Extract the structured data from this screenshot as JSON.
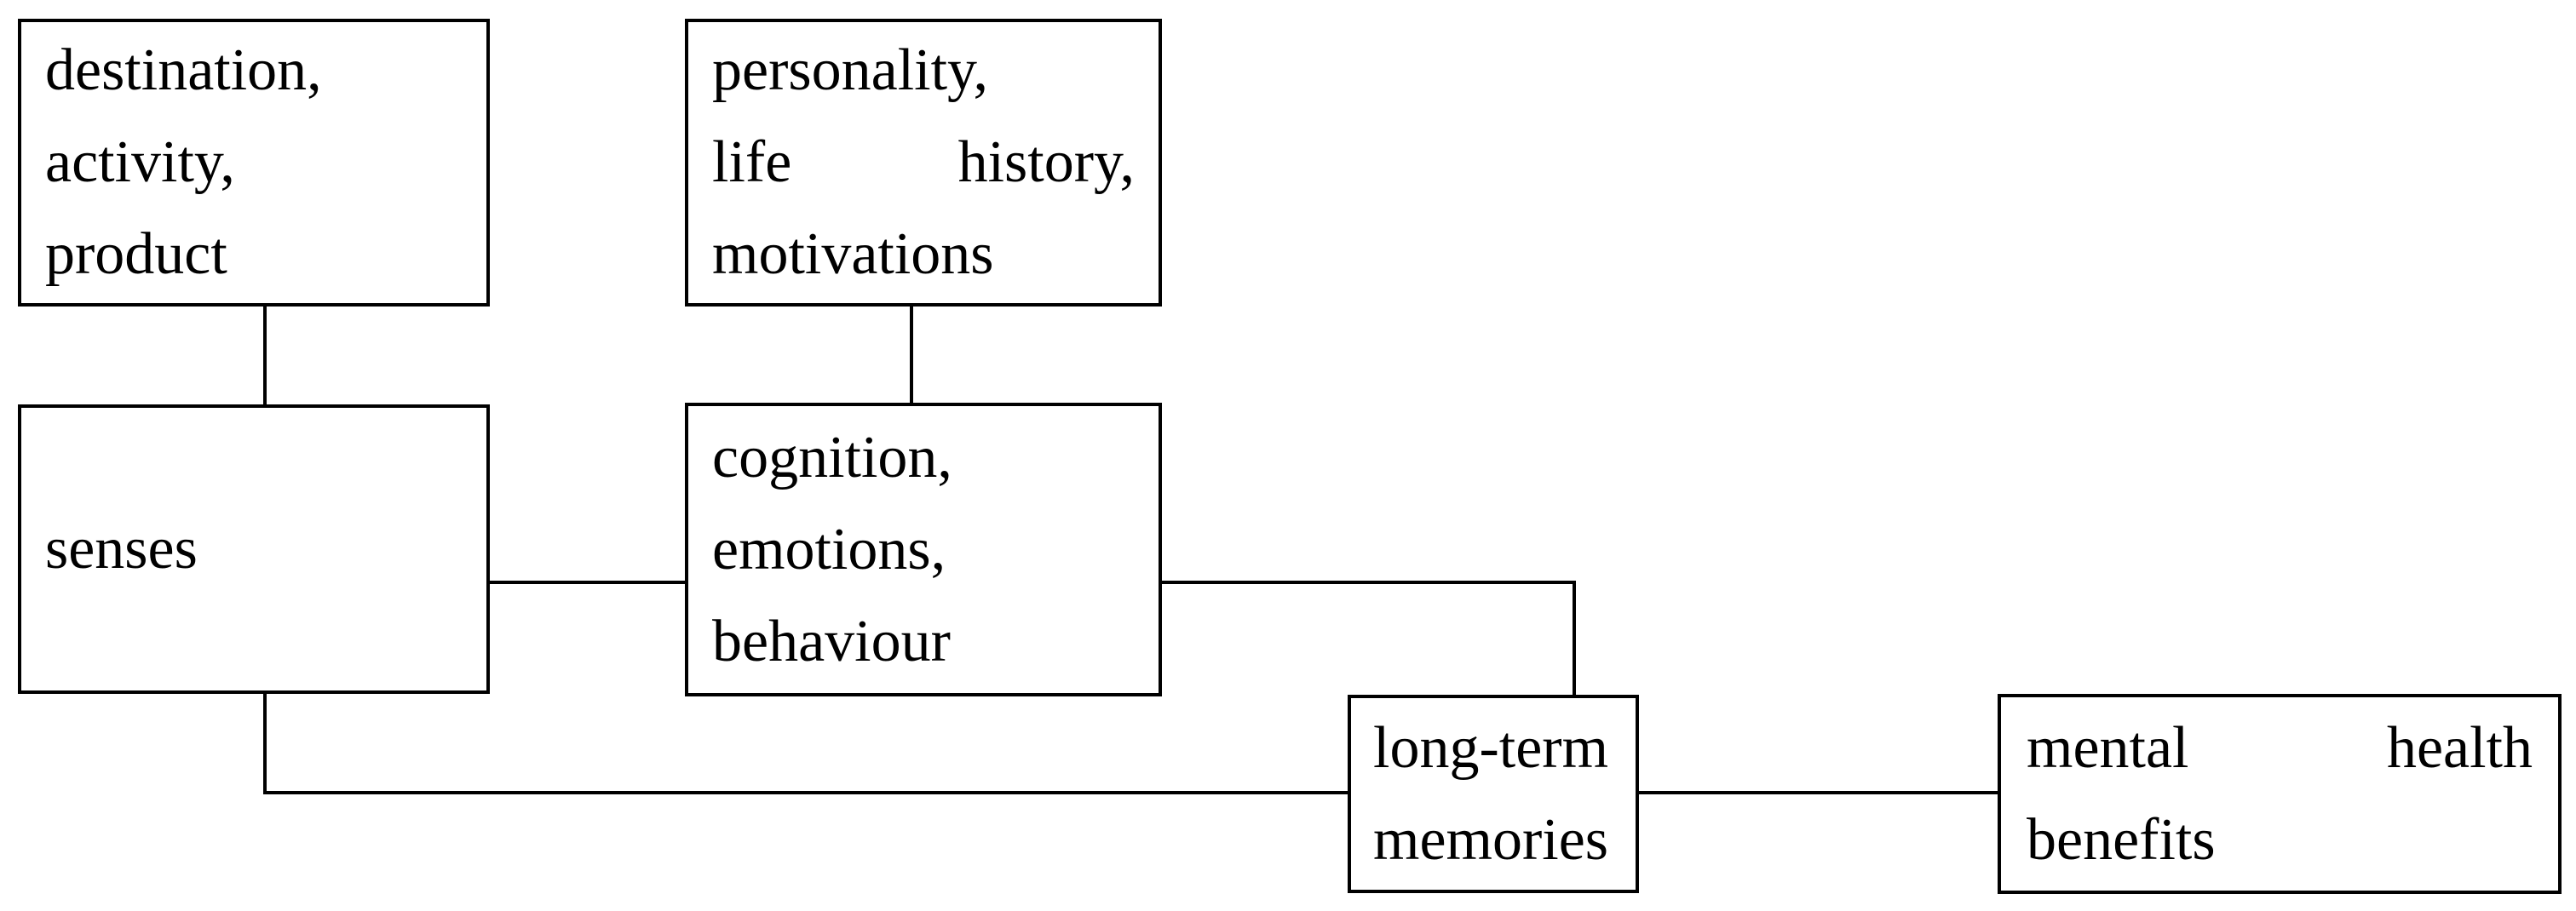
{
  "diagram": {
    "background_color": "#ffffff",
    "line_color": "#000000",
    "text_color": "#000000"
  },
  "boxes": [
    {
      "name": "destination-activity-product",
      "lines": [
        "destination,",
        "activity,",
        "product"
      ]
    },
    {
      "name": "personality-life-history-motivations",
      "lines": [
        "personality,",
        "life history,",
        "motivations"
      ]
    },
    {
      "name": "senses",
      "lines": [
        "senses"
      ]
    },
    {
      "name": "cognition-emotions-behaviour",
      "lines": [
        "cognition,",
        "emotions,",
        "behaviour"
      ]
    },
    {
      "name": "long-term-memories",
      "lines": [
        "long-term",
        "memories"
      ]
    },
    {
      "name": "mental-health-benefits",
      "lines": [
        "mental health",
        "benefits"
      ]
    }
  ],
  "edges": [
    {
      "from": "destination-activity-product",
      "to": "senses"
    },
    {
      "from": "personality-life-history-motivations",
      "to": "cognition-emotions-behaviour"
    },
    {
      "from": "senses",
      "to": "cognition-emotions-behaviour"
    },
    {
      "from": "cognition-emotions-behaviour",
      "to": "long-term-memories"
    },
    {
      "from": "senses",
      "to": "long-term-memories"
    },
    {
      "from": "long-term-memories",
      "to": "mental-health-benefits"
    }
  ]
}
